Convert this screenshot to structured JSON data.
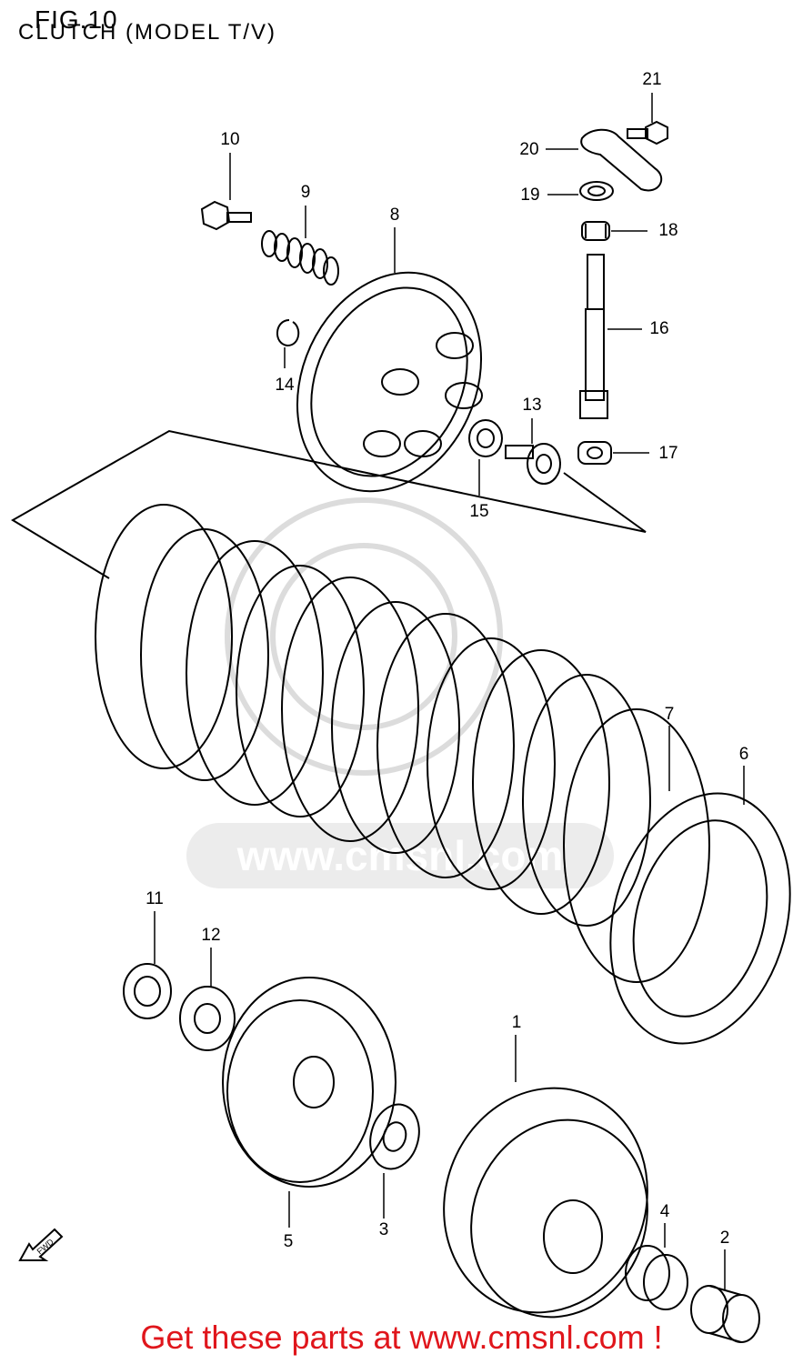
{
  "figure": {
    "title": "FIG.10",
    "subtitle": "CLUTCH (MODEL T/V)"
  },
  "watermark": "www.cmsnl.com",
  "fwd_label": "FWD",
  "footer": "Get these parts at www.cmsnl.com !",
  "callouts": [
    {
      "id": "1",
      "label": "1"
    },
    {
      "id": "2",
      "label": "2"
    },
    {
      "id": "3",
      "label": "3"
    },
    {
      "id": "4",
      "label": "4"
    },
    {
      "id": "5",
      "label": "5"
    },
    {
      "id": "6",
      "label": "6"
    },
    {
      "id": "7",
      "label": "7"
    },
    {
      "id": "8",
      "label": "8"
    },
    {
      "id": "9",
      "label": "9"
    },
    {
      "id": "10",
      "label": "10"
    },
    {
      "id": "11",
      "label": "11"
    },
    {
      "id": "12",
      "label": "12"
    },
    {
      "id": "13",
      "label": "13"
    },
    {
      "id": "14",
      "label": "14"
    },
    {
      "id": "15",
      "label": "15"
    },
    {
      "id": "16",
      "label": "16"
    },
    {
      "id": "17",
      "label": "17"
    },
    {
      "id": "18",
      "label": "18"
    },
    {
      "id": "19",
      "label": "19"
    },
    {
      "id": "20",
      "label": "20"
    },
    {
      "id": "21",
      "label": "21"
    }
  ]
}
